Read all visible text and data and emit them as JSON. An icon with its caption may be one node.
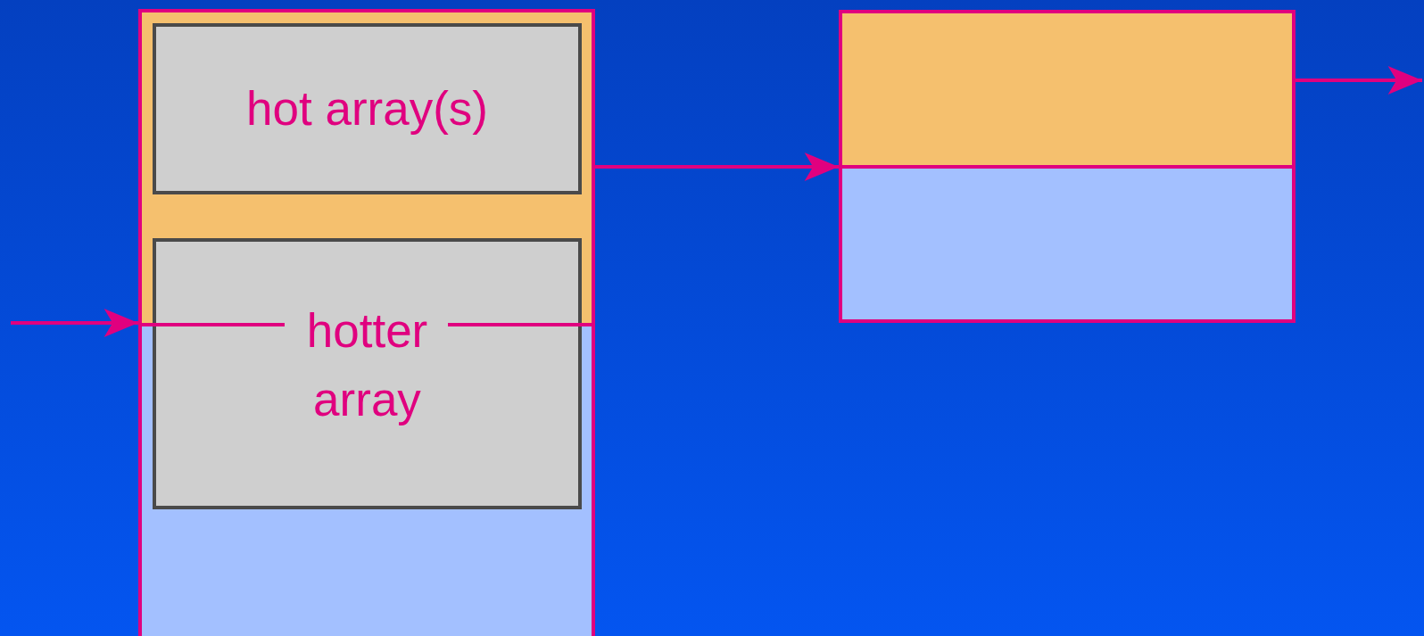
{
  "diagram": {
    "nodes": [
      {
        "text": [],
        "shape": "box"
      },
      {
        "text": [
          "hot array(s)"
        ],
        "in": 0
      },
      {
        "text": [
          "hotter array"
        ],
        "in": 0
      },
      {
        "text": [],
        "shape": "box"
      }
    ],
    "edges": [
      {
        "from": null,
        "to": 0,
        "arrow": "to"
      },
      {
        "from": 0,
        "to": 3,
        "arrow": "to"
      },
      {
        "from": 3,
        "to": null,
        "arrow": "to"
      }
    ]
  }
}
